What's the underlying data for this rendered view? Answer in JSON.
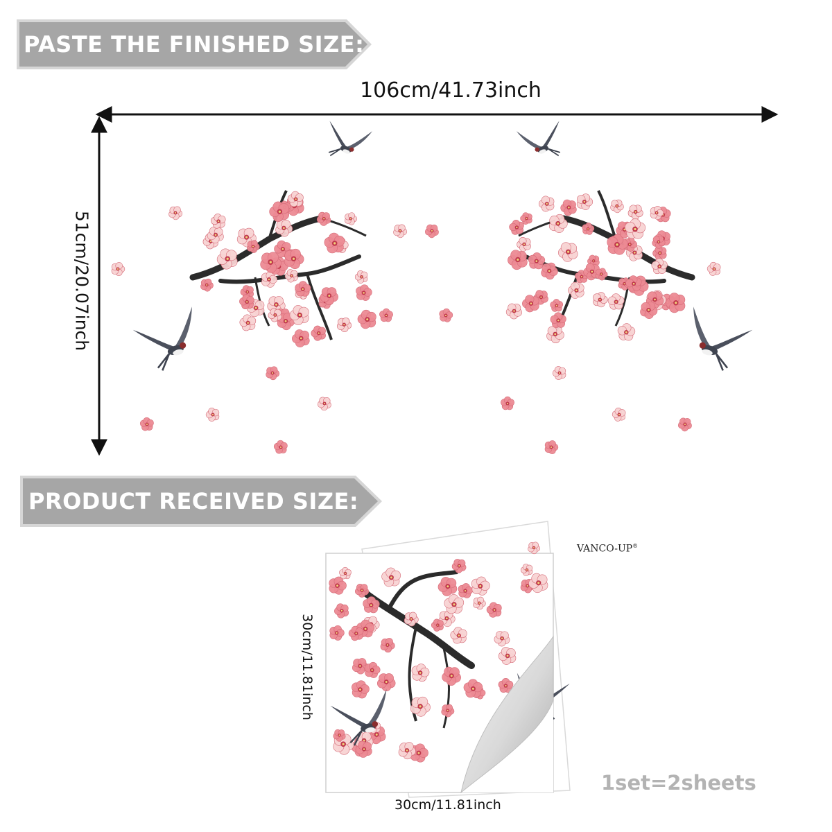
{
  "banners": {
    "finished_label": "PASTE THE FINISHED SIZE:",
    "received_label": "PRODUCT RECEIVED SIZE:"
  },
  "finished_size": {
    "width_label": "106cm/41.73inch",
    "height_label": "51cm/20.07inch"
  },
  "sheet": {
    "brand": "VANCO-UP",
    "brand_mark": "®",
    "height_label": "30cm/11.81inch",
    "width_label": "30cm/11.81inch",
    "set_note": "1set=2sheets"
  },
  "colors": {
    "banner_fill": "#a6a6a6",
    "banner_border": "#d0d0d0",
    "blossom_pink": "#ec8a93",
    "blossom_light": "#f8d3d3",
    "branch": "#2b2b2b",
    "set_note": "#b3b3b3"
  },
  "icons": [
    "arrow-double-icon",
    "blossom-branch-icon",
    "swallow-icon",
    "petal-icon",
    "peeling-corner-icon"
  ]
}
